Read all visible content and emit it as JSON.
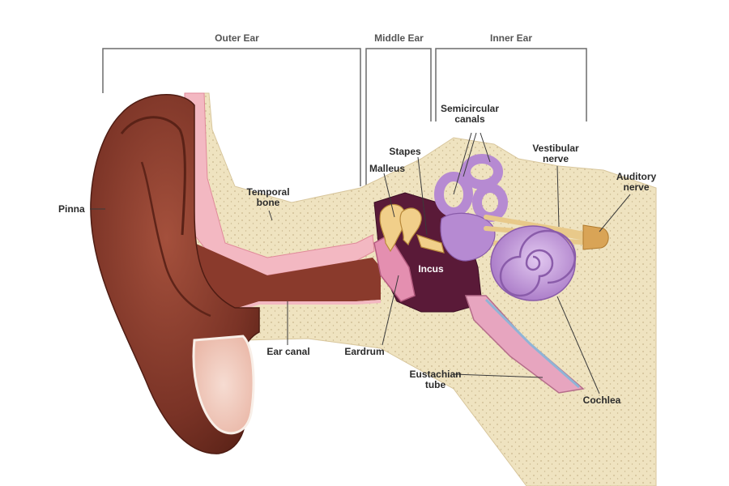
{
  "sections": {
    "outer": "Outer Ear",
    "middle": "Middle Ear",
    "inner": "Inner Ear"
  },
  "labels": {
    "pinna": "Pinna",
    "temporal_bone": [
      "Temporal",
      "bone"
    ],
    "malleus": "Malleus",
    "stapes": "Stapes",
    "semicircular_canals": [
      "Semicircular",
      "canals"
    ],
    "vestibular_nerve": [
      "Vestibular",
      "nerve"
    ],
    "auditory_nerve": [
      "Auditory",
      "nerve"
    ],
    "incus": "Incus",
    "ear_canal": "Ear canal",
    "eardrum": "Eardrum",
    "eustachian_tube": [
      "Eustachian",
      "tube"
    ],
    "cochlea": "Cochlea"
  },
  "colors": {
    "skin": "#7a3326",
    "skin_light": "#9a4a38",
    "bone": "#efe3c0",
    "bone_dots": "#c9b78e",
    "cartilage_pink": "#f3b8c2",
    "middle_ear_cavity": "#5a1a38",
    "inner_ear_lilac": "#b68ad2",
    "nerve": "#e8c98a"
  }
}
